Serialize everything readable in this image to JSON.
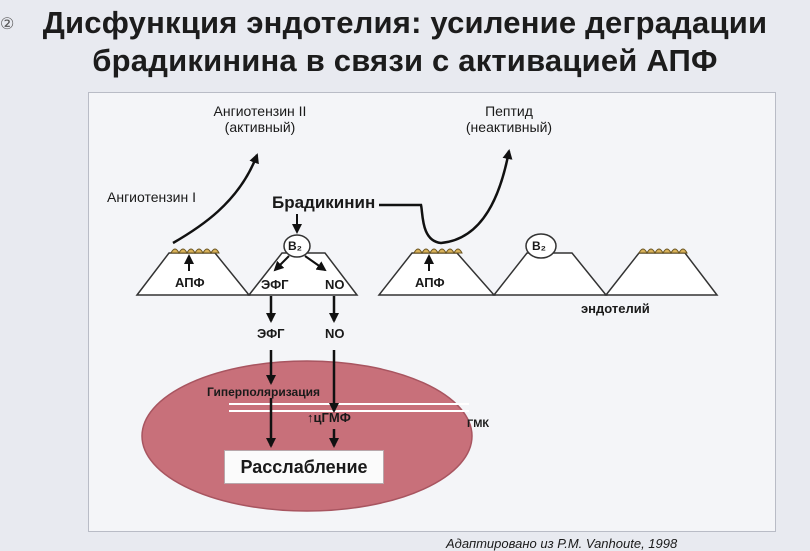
{
  "page": {
    "title_line1": "Дисфункция эндотелия: усиление деградации",
    "title_line2": "брадикинина в связи с активацией АПФ",
    "corner_mark": "②"
  },
  "diagram": {
    "angiotensin2": "Ангиотензин II",
    "angiotensin2_state": "(активный)",
    "peptide": "Пептид",
    "peptide_state": "(неактивный)",
    "angiotensin1": "Ангиотензин I",
    "bradykinin": "Брадикинин",
    "ace_left": "АПФ",
    "ace_right": "АПФ",
    "receptor_left": "B₂",
    "receptor_right": "B₂",
    "edhf_in_cell": "ЭФГ",
    "no_in_cell": "NO",
    "edhf_below": "ЭФГ",
    "no_below": "NO",
    "endothelium": "эндотелий",
    "hyperpolarization": "Гиперполяризация",
    "cgmp": "↑цГМФ",
    "smc": "ГМК",
    "relaxation": "Расслабление",
    "credit": "Адаптировано из P.M. Vanhoute, 1998"
  },
  "colors": {
    "cell_fill": "#c8707a",
    "enzyme_fill": "#d9b25a",
    "frame": "#b9bcc6"
  }
}
